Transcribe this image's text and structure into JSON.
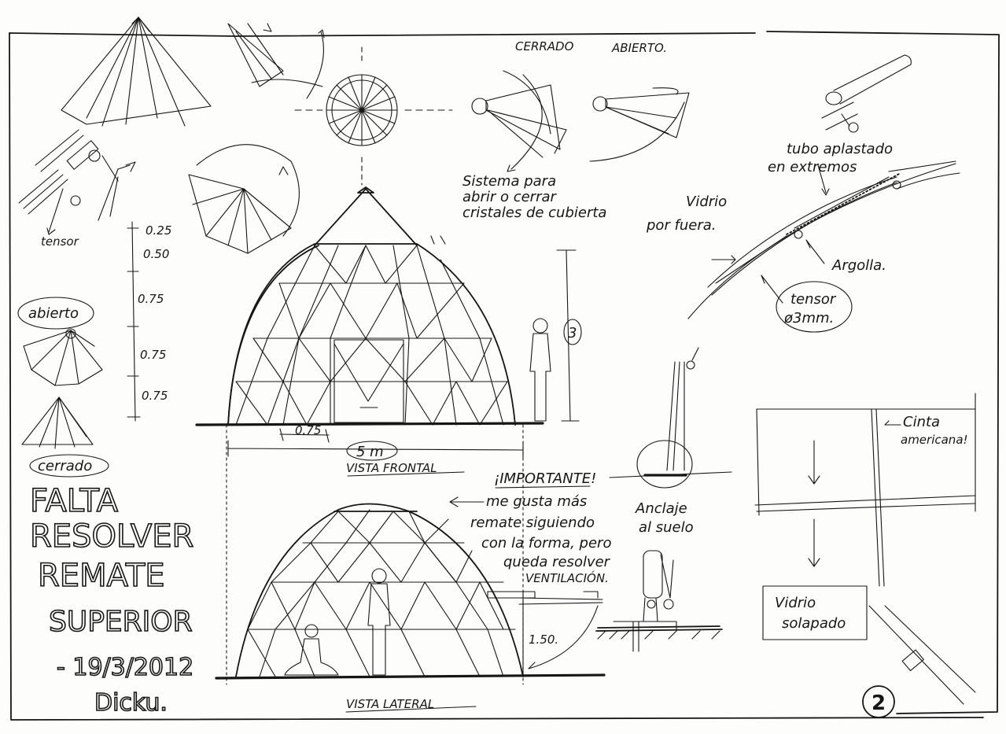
{
  "labels": {
    "cerrado_top": "CERRADO",
    "abierto_top": "ABIERTO.",
    "sistema_1": "Sistema para",
    "sistema_2": "abrir o cerrar",
    "sistema_3": "cristales de cubierta",
    "tubo_1": "tubo aplastado",
    "tubo_2": "en extremos",
    "vidrio_1": "Vidrio",
    "vidrio_2": "por fuera.",
    "argolla": "Argolla.",
    "tensor_1": "tensor",
    "tensor_2": "ø3mm.",
    "tensor_left": "tensor",
    "abierto_left": "abierto",
    "cerrado_left": "cerrado",
    "scale_1": "0.25",
    "scale_2": "0.50",
    "scale_3": "0.75",
    "scale_4": "0.75",
    "scale_5": "0.75",
    "dim_075": "0.75",
    "dim_5m": "5 m",
    "dim_3": "3",
    "dim_150": "1.50.",
    "vista_frontal": "VISTA FRONTAL",
    "importante": "¡IMPORTANTE!",
    "note_1": "me gusta más",
    "note_2": "remate siguiendo",
    "note_3": "con la forma, pero",
    "note_4": "queda resolver",
    "note_5": "VENTILACIÓN.",
    "anclaje_1": "Anclaje",
    "anclaje_2": "al suelo",
    "cinta_1": "Cinta",
    "cinta_2": "americana!",
    "vidrio_solapado_1": "Vidrio",
    "vidrio_solapado_2": "solapado",
    "falta_1": "FALTA",
    "falta_2": "RESOLVER",
    "falta_3": "REMATE",
    "falta_4": "SUPERIOR",
    "date": "- 19/3/2012",
    "signature": "Dicku.",
    "vista_lateral": "VISTA LATERAL",
    "page_number": "2"
  }
}
